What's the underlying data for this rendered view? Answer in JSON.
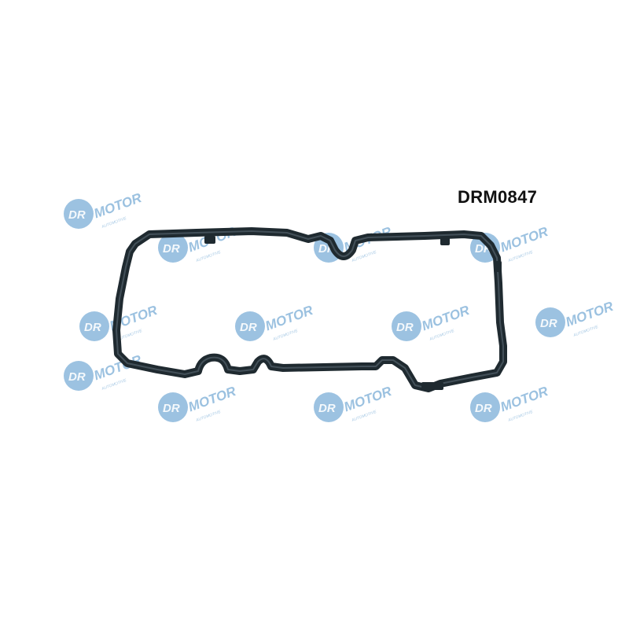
{
  "product": {
    "code": "DRM0847"
  },
  "watermark": {
    "brand": "DR.MOTOR",
    "tagline": "AUTOMOTIVE",
    "color": "#4a90c8"
  },
  "gasket": {
    "color": "#1f2a30",
    "highlight": "#5b6b74"
  }
}
